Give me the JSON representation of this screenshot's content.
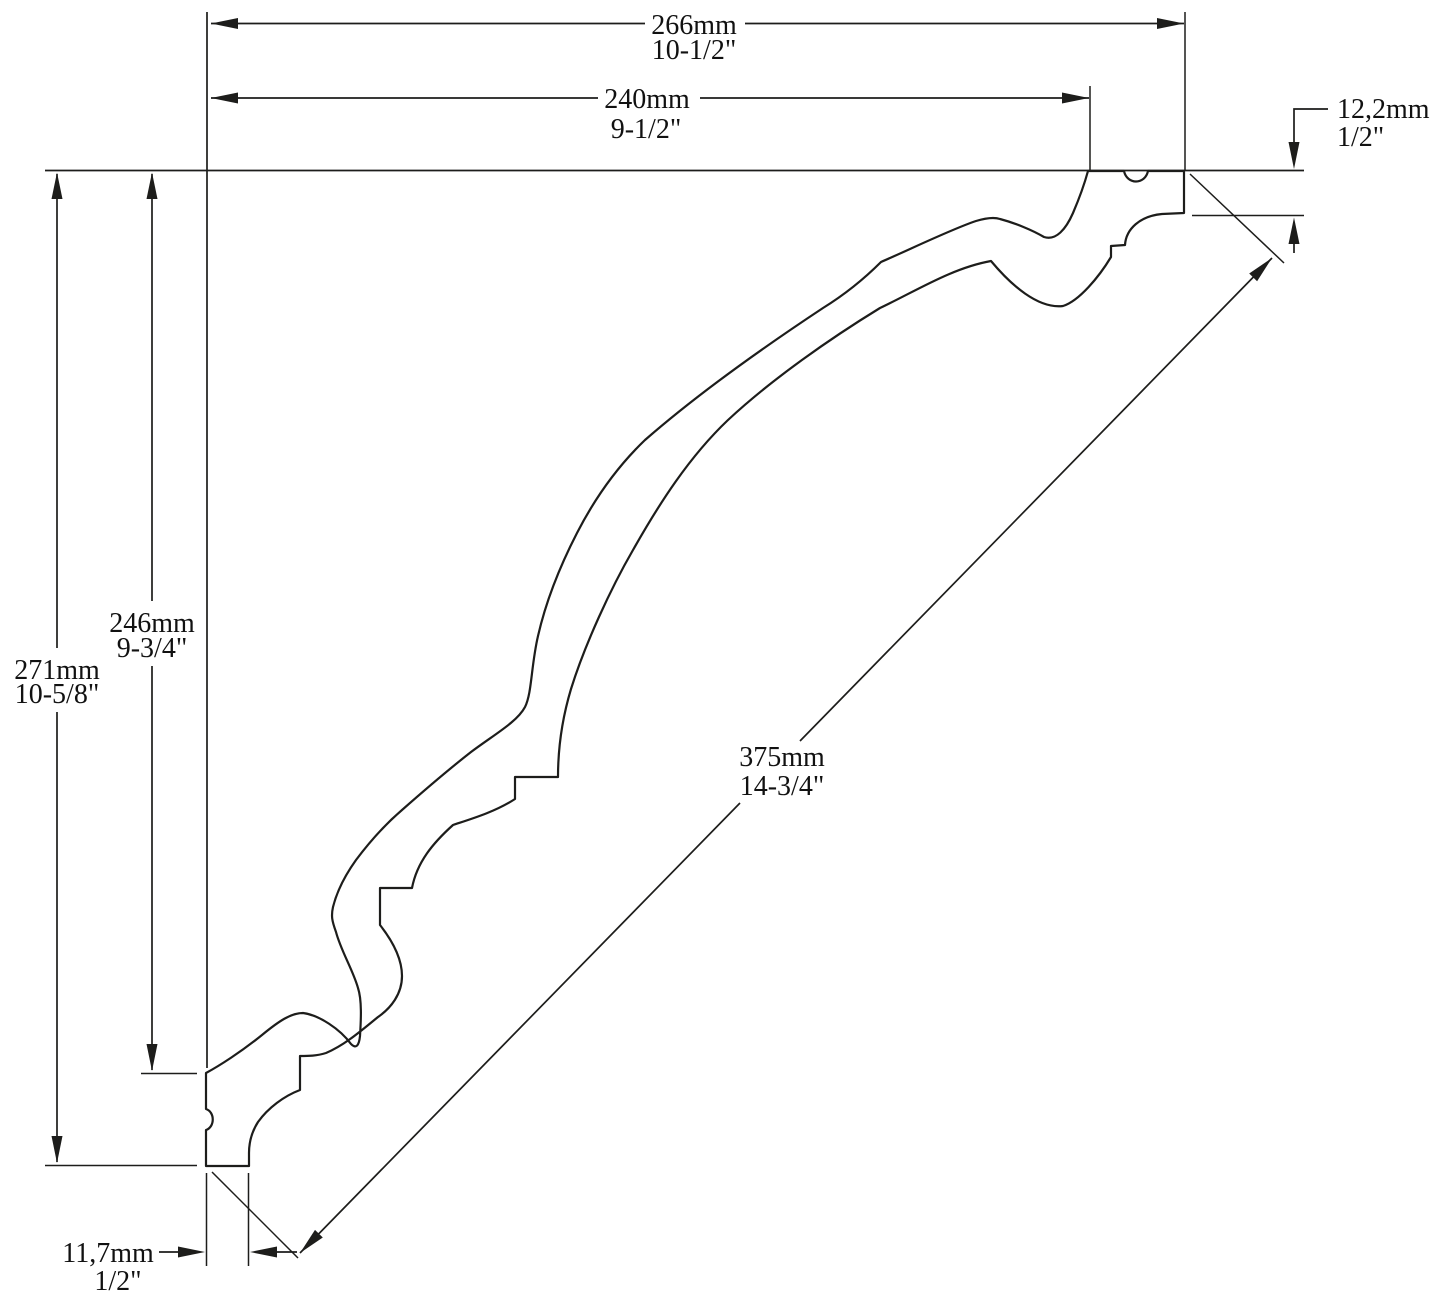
{
  "diagram": {
    "type": "technical-dimension-drawing",
    "subject": "crown-molding-profile-cross-section",
    "colors": {
      "background": "#ffffff",
      "line": "#1d1d1b",
      "text": "#111111"
    },
    "dimensions": {
      "overall_width": {
        "mm": "266mm",
        "inch": "10-1/2\""
      },
      "top_width": {
        "mm": "240mm",
        "inch": "9-1/2\""
      },
      "right_edge": {
        "mm": "12,2mm",
        "inch": "1/2\""
      },
      "left_inner_height": {
        "mm": "246mm",
        "inch": "9-3/4\""
      },
      "overall_height": {
        "mm": "271mm",
        "inch": "10-5/8\""
      },
      "diagonal_face": {
        "mm": "375mm",
        "inch": "14-3/4\""
      },
      "bottom_edge": {
        "mm": "11,7mm",
        "inch": "1/2\""
      }
    }
  }
}
